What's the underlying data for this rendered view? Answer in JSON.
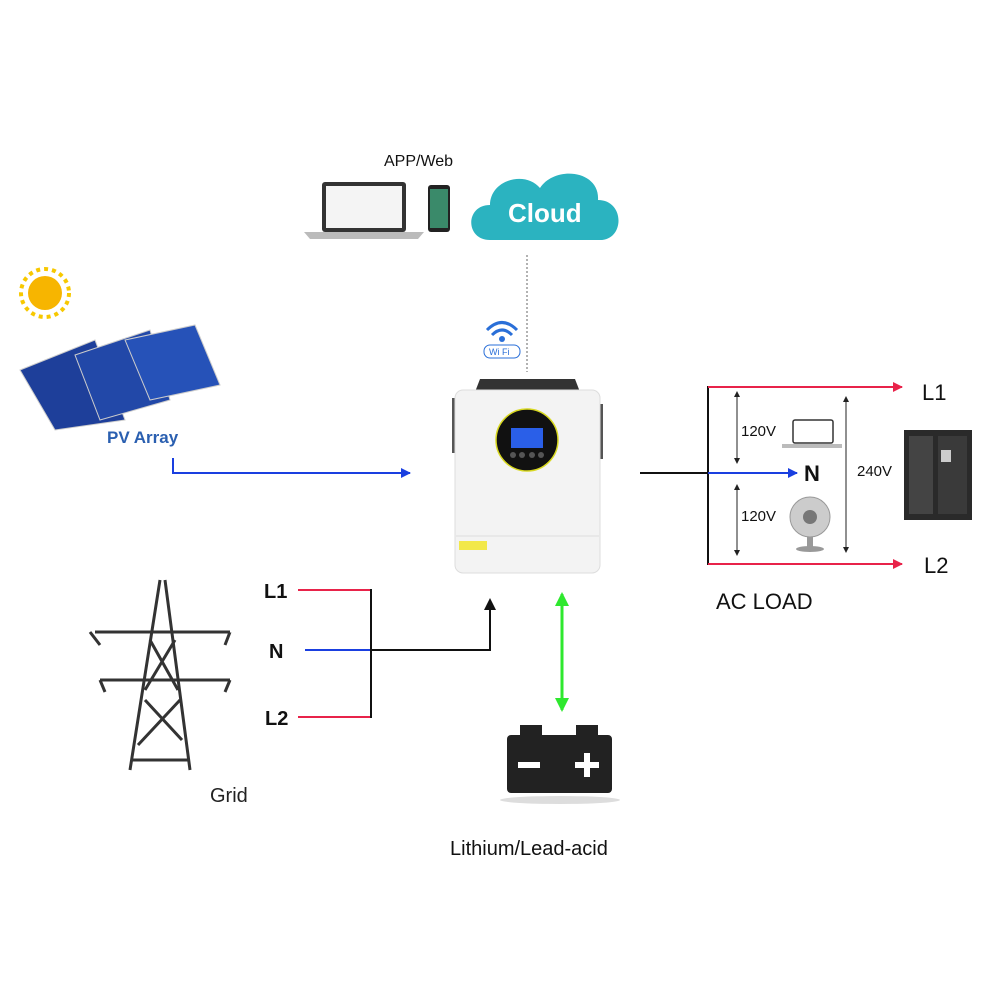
{
  "labels": {
    "app_web": "APP/Web",
    "cloud": "Cloud",
    "wifi": "Wi Fi",
    "pv_array": "PV Array",
    "grid": "Grid",
    "grid_l1": "L1",
    "grid_n": "N",
    "grid_l2": "L2",
    "battery": "Lithium/Lead-acid",
    "load_l1": "L1",
    "load_n": "N",
    "load_l2": "L2",
    "v120_top": "120V",
    "v120_bottom": "120V",
    "v240": "240V",
    "ac_load": "AC LOAD"
  },
  "colors": {
    "line_red": "#e8234a",
    "line_blue": "#1a3fe0",
    "line_green": "#2ee82e",
    "line_black": "#111111",
    "cloud": "#2bb3c0",
    "pv_text": "#2a5fb0"
  }
}
